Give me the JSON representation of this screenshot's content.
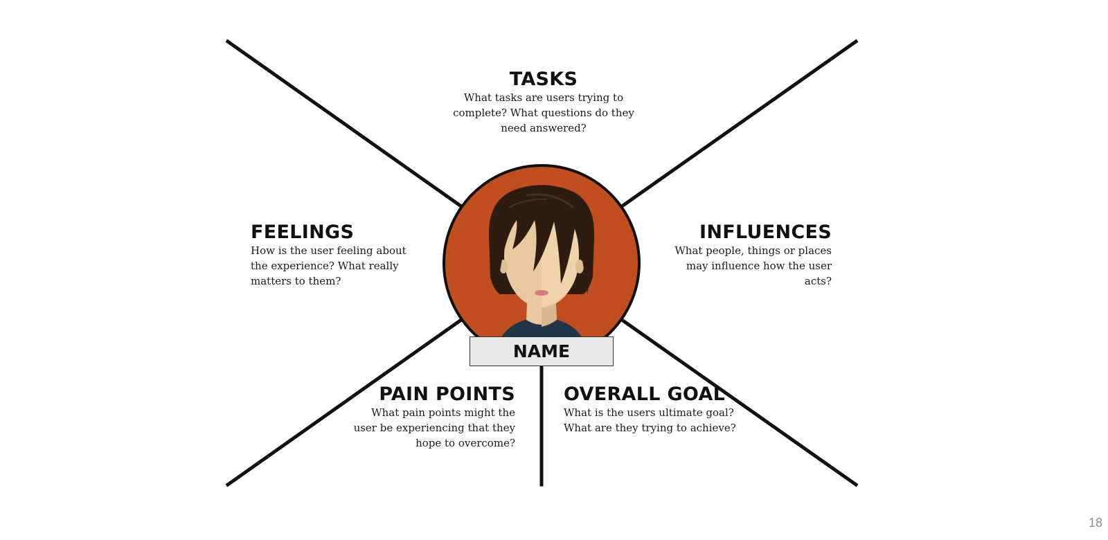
{
  "persona": {
    "name_label": "NAME",
    "avatar": "woman-avatar-icon",
    "colors": {
      "circle": "#c04e1e",
      "hair": "#2e1c10",
      "skin": "#e8c9a0",
      "skin_shadow": "#d9b78c",
      "shirt": "#213749",
      "lips": "#d77a82",
      "outline": "#111111"
    }
  },
  "sections": {
    "tasks": {
      "title": "TASKS",
      "description": "What tasks are users trying to complete? What questions do they need answered?"
    },
    "feelings": {
      "title": "FEELINGS",
      "description": "How is the user feeling about the experience? What really matters to them?"
    },
    "influences": {
      "title": "INFLUENCES",
      "description": "What people, things or places may influence how the user acts?"
    },
    "pain_points": {
      "title": "PAIN POINTS",
      "description": "What pain points might the user be experiencing that they hope to overcome?"
    },
    "overall_goal": {
      "title": "OVERALL GOAL",
      "description": "What is the users ultimate goal? What are they trying to achieve?"
    }
  },
  "slide": {
    "page_number": "18"
  }
}
